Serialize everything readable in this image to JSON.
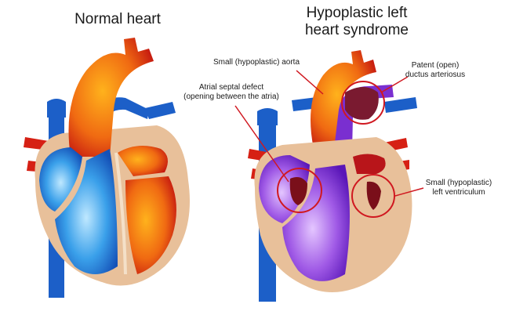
{
  "titles": {
    "normal": "Normal heart",
    "hlhs_line1": "Hypoplastic left",
    "hlhs_line2": "heart syndrome"
  },
  "labels": {
    "aorta": "Small (hypoplastic) aorta",
    "asd_line1": "Atrial septal defect",
    "asd_line2": "(opening between the atria)",
    "pda_line1": "Patent (open)",
    "pda_line2": "ductus arteriosus",
    "lv_line1": "Small (hypoplastic)",
    "lv_line2": "left ventriculum"
  },
  "colors": {
    "oxygenated_red": "#d62014",
    "deoxygenated_blue": "#1c5fc8",
    "mixed_purple": "#8a3fd6",
    "myocardium": "#e8c09a",
    "highlight_circle": "#d01820"
  }
}
